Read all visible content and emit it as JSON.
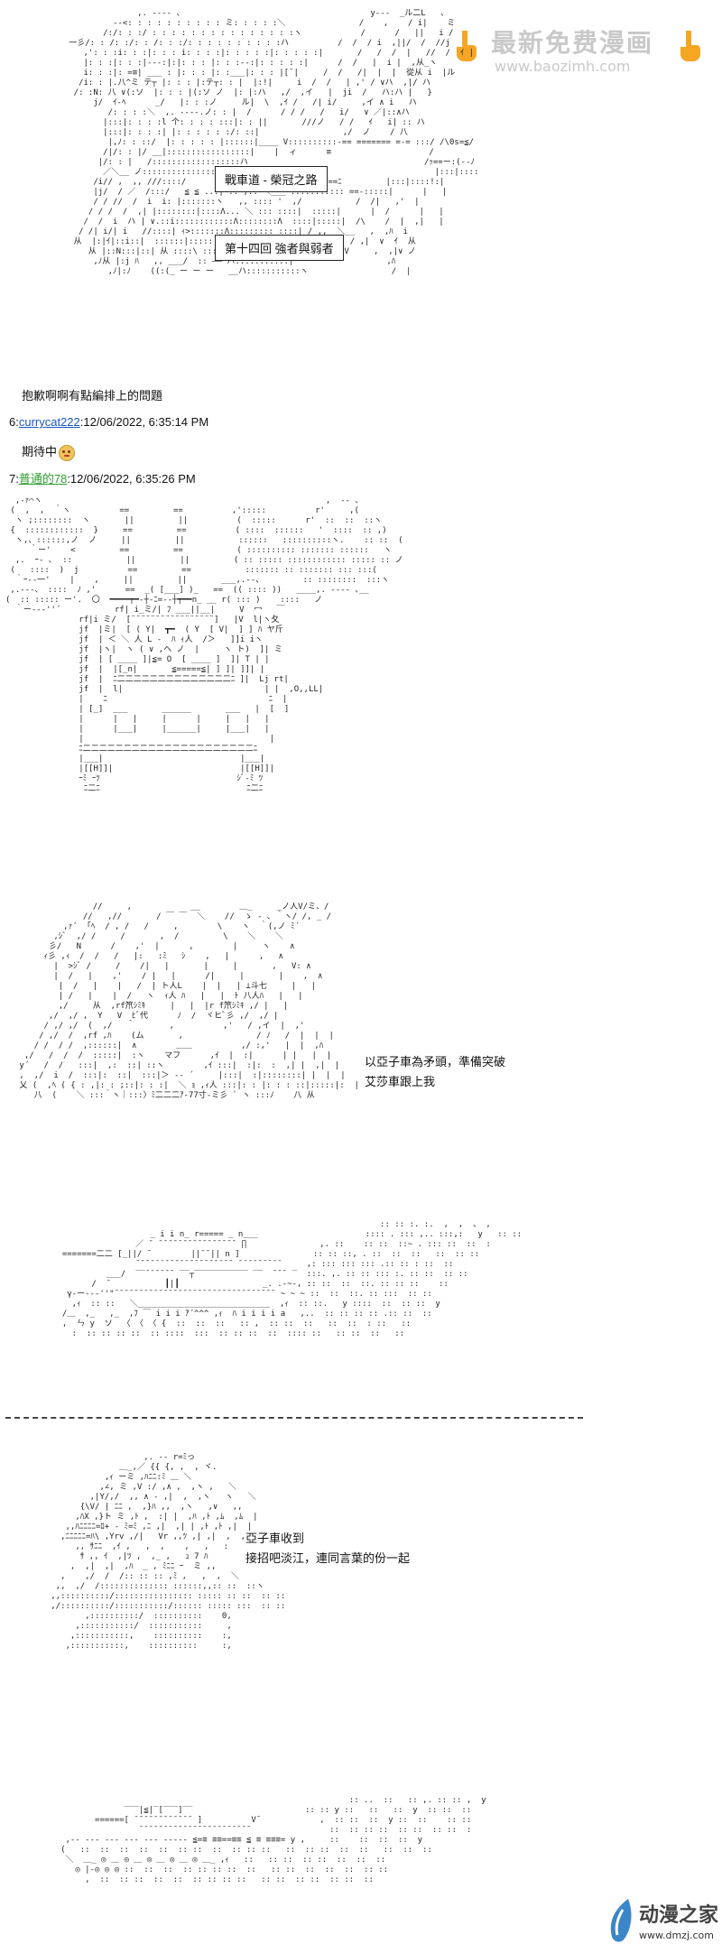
{
  "watermark_top": {
    "title": "最新免费漫画",
    "url": "www.baozimh.com"
  },
  "title_panel": {
    "title_box": "戰車道 - 榮冠之路",
    "episode_box": "第十四回 強者與弱者"
  },
  "apology_text": "抱歉啊啊有點編排上的問題",
  "posts": [
    {
      "number": "6:",
      "author": "currycat222",
      "timestamp": ":12/06/2022, 6:35:14 PM",
      "body": "期待中"
    },
    {
      "number": "7:",
      "author": "普通的78",
      "timestamp": ":12/06/2022, 6:35:26 PM"
    }
  ],
  "dialog_1": {
    "line1": "以亞子車為矛頭，準備突破",
    "line2": "艾莎車跟上我"
  },
  "dialog_2": {
    "line1": "亞子車收到",
    "line2": "接招吧淡江，連同言葉的份一起"
  },
  "tank_labels": {
    "left_gun_mark": "[[H]]",
    "right_gun_mark": "[[H]]"
  },
  "watermark_bottom": {
    "title": "动漫之家",
    "url": "www.dmzj.com"
  },
  "icons": {
    "hand": "pointing-hand-icon",
    "brand": "dmzj-logo-icon",
    "emoji": "grinning-face-icon"
  },
  "colors": {
    "link": "#1a55c4",
    "green_name": "#2f9b2f",
    "watermark": "#c9c9c9",
    "hand": "#f5a623"
  }
}
